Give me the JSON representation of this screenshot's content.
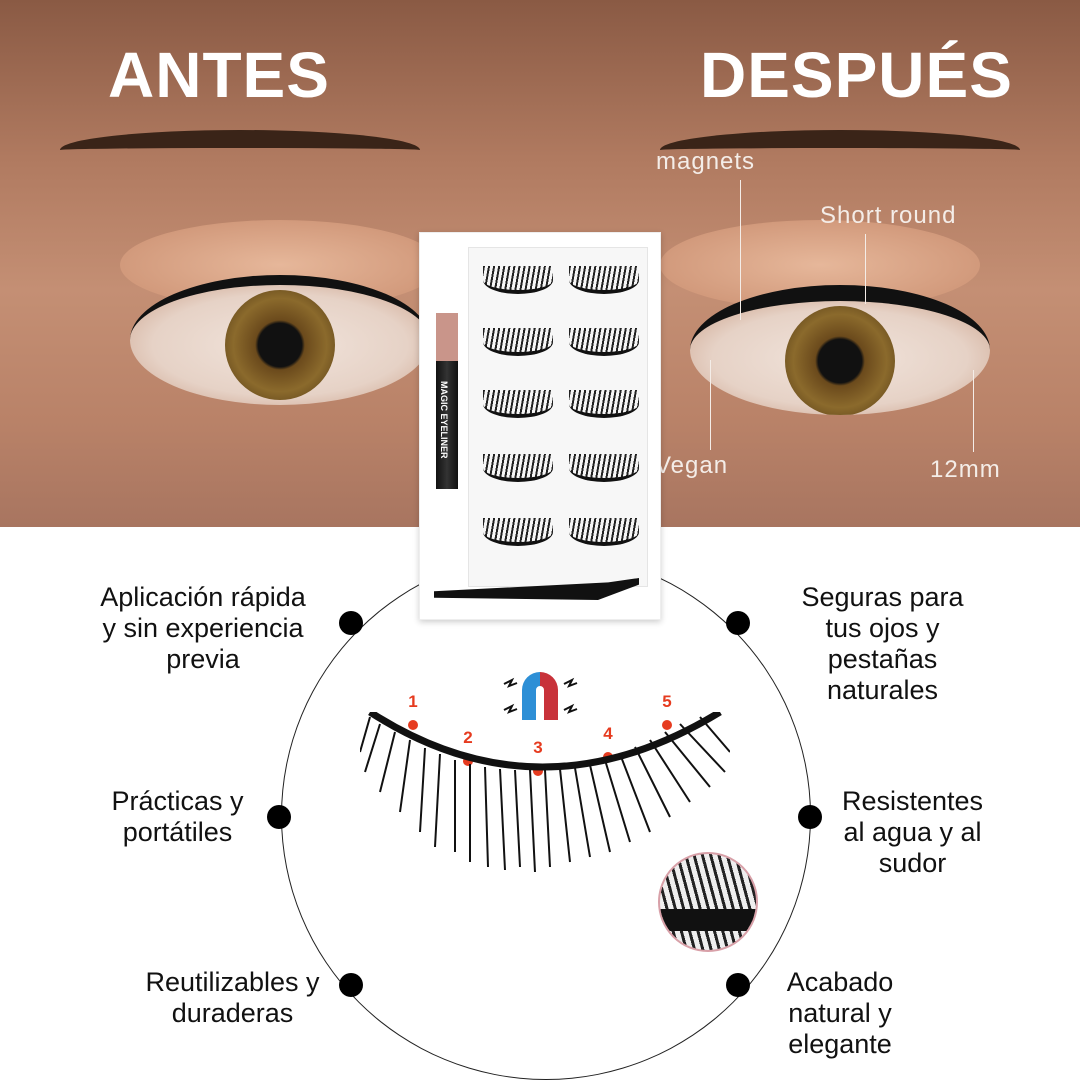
{
  "header": {
    "before": "ANTES",
    "after": "DESPUÉS"
  },
  "annotations": {
    "magnets": "magnets",
    "short_round": "Short round",
    "vegan": "Vegan",
    "length": "12mm"
  },
  "product": {
    "eyeliner_label": "MAGIC EYELINER"
  },
  "magnet_points": [
    "1",
    "2",
    "3",
    "4",
    "5"
  ],
  "features": {
    "left": [
      "Aplicación rápida y sin experiencia previa",
      "Prácticas y portátiles",
      "Reutilizables y duraderas"
    ],
    "right": [
      "Seguras para tus ojos y pestañas naturales",
      "Resistentes al agua y al sudor",
      "Acabado natural y elegante"
    ]
  },
  "colors": {
    "accent": "#e63b1f",
    "magnet_blue": "#2d8fd6",
    "magnet_red": "#c8323a"
  }
}
